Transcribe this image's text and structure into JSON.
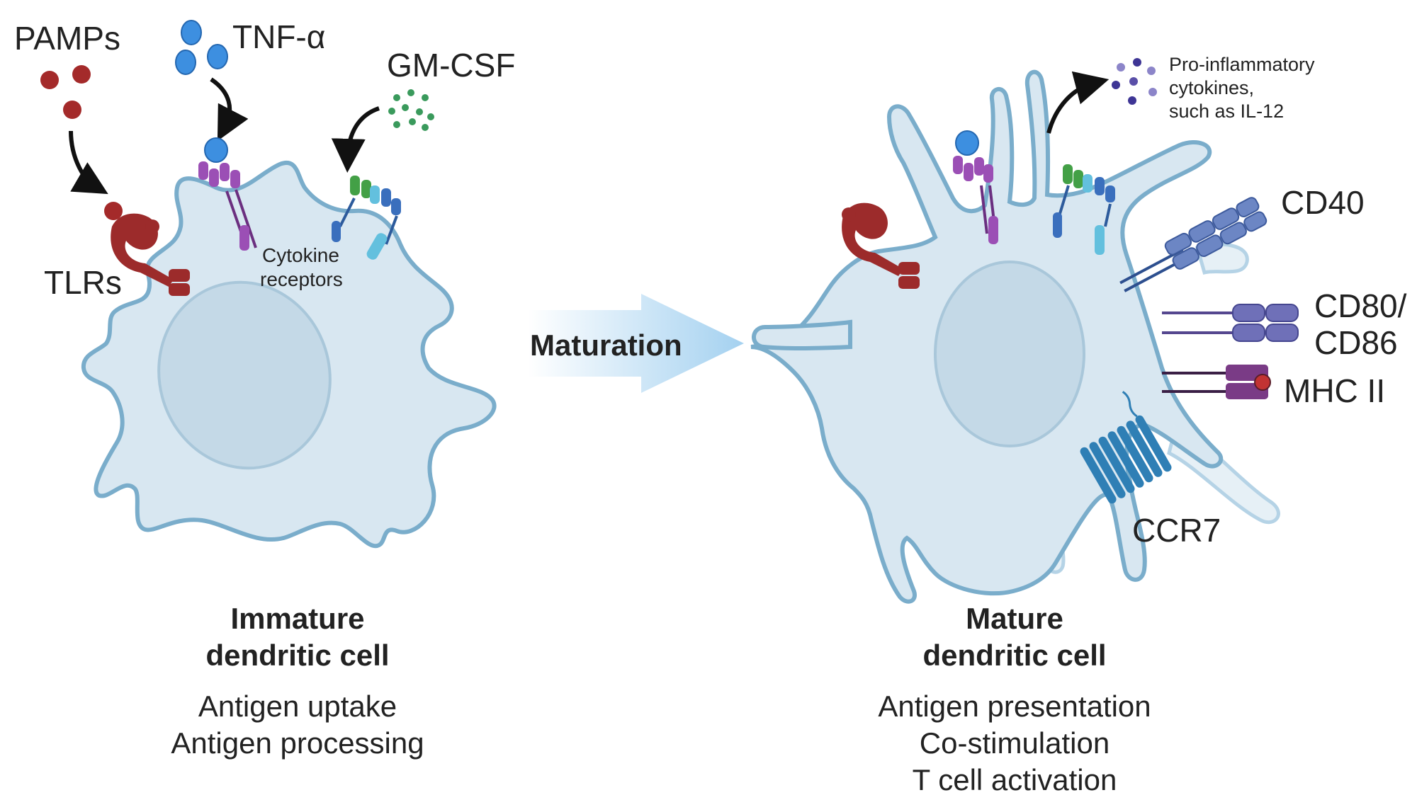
{
  "inputs": {
    "pamps": "PAMPs",
    "tnf": "TNF-α",
    "gmcsf": "GM-CSF",
    "tlrs": "TLRs",
    "cytokine_receptors": [
      "Cytokine",
      "receptors"
    ]
  },
  "transition": {
    "label": "Maturation"
  },
  "outputs": {
    "secreted": [
      "Pro-inflammatory",
      "cytokines,",
      "such as IL-12"
    ],
    "cd40": "CD40",
    "cd80_86": [
      "CD80/",
      "CD86"
    ],
    "mhc2": "MHC II",
    "ccr7": "CCR7"
  },
  "immature": {
    "title": [
      "Immature",
      "dendritic cell"
    ],
    "functions": [
      "Antigen uptake",
      "Antigen processing"
    ]
  },
  "mature": {
    "title": [
      "Mature",
      "dendritic cell"
    ],
    "functions": [
      "Antigen presentation",
      "Co-stimulation",
      "T cell activation"
    ]
  },
  "colors": {
    "cell_fill": "#d8e7f1",
    "cell_outline": "#7aadcb",
    "nucleus_fill": "#c4d9e7",
    "pamp": "#a42a2a",
    "tnf": "#3d8fe0",
    "gmcsf": "#3a9a5c",
    "tlr": "#9c2b2b",
    "tnf_receptor": "#9b4fb5",
    "gm_receptor_green": "#43a046",
    "gm_receptor_blue": "#3a6fbd",
    "gm_receptor_cyan": "#63c0de",
    "il12": "#5a4fa8",
    "cd40": "#6c86c4",
    "cd80": "#6f70b8",
    "mhc2": "#7a3b86",
    "mhc2_peptide": "#c23333",
    "ccr7": "#2f7fb5",
    "maturation_arrow": "#a9d3f1"
  }
}
